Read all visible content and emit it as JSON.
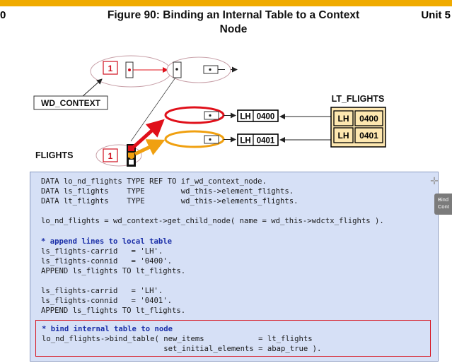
{
  "header": {
    "page_number": "0",
    "title_line1": "Figure 90: Binding an Internal Table to a Context",
    "title_line2": "Node",
    "unit": "Unit 5"
  },
  "diagram": {
    "root_index": "1",
    "wd_context_label": "WD_CONTEXT",
    "flights_label": "FLIGHTS",
    "flights_index": "1",
    "lt_flights_label": "LT_FLIGHTS",
    "element1": {
      "carrid": "LH",
      "connid": "0400"
    },
    "element2": {
      "carrid": "LH",
      "connid": "0401"
    },
    "table_rows": [
      {
        "carrid": "LH",
        "connid": "0400"
      },
      {
        "carrid": "LH",
        "connid": "0401"
      }
    ],
    "colors": {
      "red": "#e0101a",
      "orange": "#f0a010",
      "table_fill": "#fde7b0",
      "table_border": "#000000",
      "ellipse_stroke": "#c8a0a8"
    }
  },
  "code": {
    "lines": [
      "DATA lo_nd_flights TYPE REF TO if_wd_context_node.",
      "DATA ls_flights    TYPE        wd_this->element_flights.",
      "DATA lt_flights    TYPE        wd_this->elements_flights.",
      "",
      "lo_nd_flights = wd_context->get_child_node( name = wd_this->wdctx_flights ).",
      "",
      "* append lines to local table",
      "ls_flights-carrid   = 'LH'.",
      "ls_flights-connid   = '0400'.",
      "APPEND ls_flights TO lt_flights.",
      "",
      "ls_flights-carrid   = 'LH'.",
      "ls_flights-connid   = '0401'.",
      "APPEND ls_flights TO lt_flights."
    ],
    "comment_line_index": 6,
    "highlight": {
      "comment": "* bind internal table to node",
      "line1": "lo_nd_flights->bind_table( new_items            = lt_flights",
      "line2": "                           set_initial_elements = abap_true )."
    }
  },
  "side_tab": {
    "line1": "Bind",
    "line2": "Cont"
  }
}
